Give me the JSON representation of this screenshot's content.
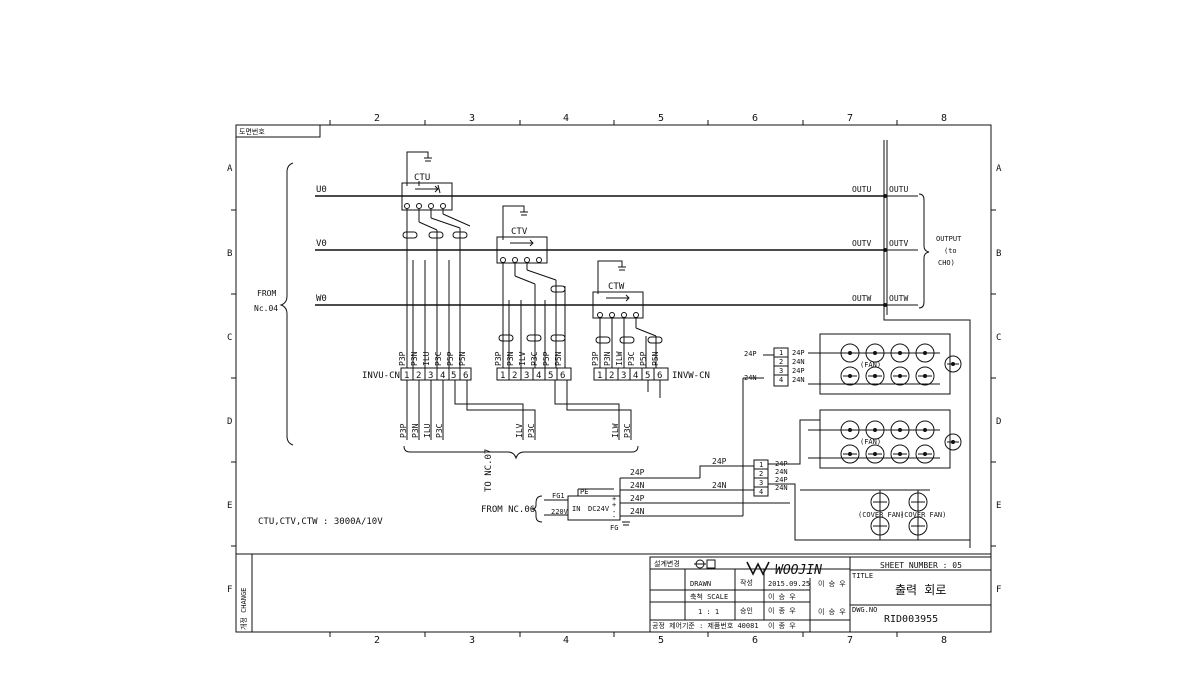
{
  "border": {
    "columns": [
      "2",
      "3",
      "4",
      "5",
      "6",
      "7",
      "8"
    ],
    "rows": [
      "A",
      "B",
      "C",
      "D",
      "E",
      "F"
    ],
    "corner_tag": "도면번호"
  },
  "left": {
    "from_label_1": "FROM",
    "from_label_2": "Nc.04"
  },
  "phases": {
    "u": "U0",
    "v": "V0",
    "w": "W0"
  },
  "outputs": {
    "out_u": "OUTU",
    "out_v": "OUTV",
    "out_w": "OUTW",
    "out_u2": "OUTU",
    "out_v2": "OUTV",
    "out_w2": "OUTW"
  },
  "output_group": {
    "line1": "OUTPUT",
    "line2": "(to",
    "line3": "CHO)"
  },
  "ct": {
    "u": "CTU",
    "v": "CTV",
    "w": "CTW"
  },
  "connectors": {
    "uv": "INVU-CN",
    "vw": "INVW-CN"
  },
  "pin_labels": {
    "uv_group": [
      "P3P",
      "P3N",
      "ILU",
      "P3C",
      "P5P",
      "P5N",
      "P3P",
      "P3N",
      "ILV",
      "P3C",
      "P5P",
      "P5N"
    ],
    "w_group": [
      "P3P",
      "P3N",
      "ILW",
      "P3C",
      "P5P",
      "P5N"
    ],
    "bottom_group": [
      "P3P",
      "P3N",
      "ILU",
      "P3C",
      "ILV",
      "P3C",
      "ILW",
      "P3C"
    ],
    "uv_pin_numbers": [
      "1",
      "2",
      "3",
      "4",
      "5",
      "6",
      "1",
      "2",
      "3",
      "4",
      "5",
      "6"
    ],
    "w_pin_numbers": [
      "1",
      "2",
      "3",
      "4",
      "5",
      "6"
    ]
  },
  "to_label": "TO NC.07",
  "power": {
    "from_label": "FROM NC.06",
    "in_label": "IN",
    "conv": "DC24V",
    "l_in_top": "FG1",
    "l_in_mid": "220V",
    "top_label": "PE",
    "fg_label": "FG",
    "pins": [
      "+",
      "+",
      "-",
      "-"
    ],
    "outputs": [
      "24P",
      "24N",
      "24P",
      "24N"
    ],
    "trunk_top": "24P",
    "trunk_bot": "24N"
  },
  "fan_bank_1": {
    "in_labels": [
      "24P",
      "24N"
    ],
    "term_labels": [
      "24P",
      "24N",
      "24P",
      "24N"
    ],
    "term_nums": [
      "1",
      "2",
      "3",
      "4"
    ],
    "group_label": "(FAN)"
  },
  "fan_bank_2": {
    "term_labels": [
      "24P",
      "24N",
      "24P",
      "24N"
    ],
    "term_nums": [
      "1",
      "2",
      "3",
      "4"
    ],
    "group_label": "(FAN)"
  },
  "cover_fans": {
    "left": "(COVER FAN)",
    "right": "(COVER FAN)"
  },
  "note": "CTU,CTV,CTW : 3000A/10V",
  "title_block": {
    "rev": "개정 CHANGE",
    "stamp": "설계변경",
    "company": "WOOJIN",
    "drawn": "DRAWN",
    "dwg_label": "작성",
    "date": "2015.09.25",
    "name1": "이 승 우",
    "scale_label": "축척 SCALE",
    "scale_val": "1 : 1",
    "name2": "이 승 우",
    "approved_label": "승인",
    "name3": "이 종 우",
    "name4": "이 승 우",
    "standard_label": "공정 제어기준 : 제품번호 40081",
    "sheet": "SHEET NUMBER : 05",
    "title_key": "TITLE",
    "title": "출력 회로",
    "dwg_no_key": "DWG.NO",
    "dwg_no": "RID003955"
  }
}
